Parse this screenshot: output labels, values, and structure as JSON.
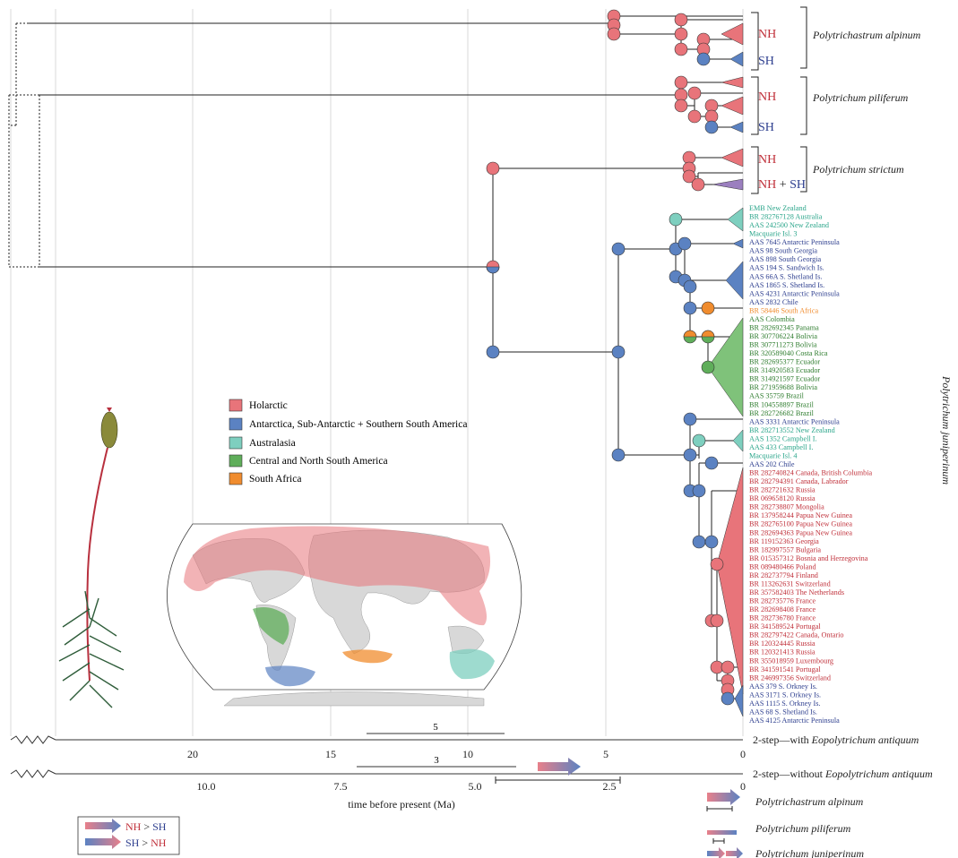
{
  "colors": {
    "holarctic": "#e8747a",
    "southern": "#5b82c2",
    "australasia": "#7ecfbf",
    "central_south_america": "#5fae5a",
    "south_africa": "#f08c2e",
    "nh_text": "#c0303a",
    "sh_text": "#2e3f8f"
  },
  "clades": {
    "alpinum": "Polytrichastrum alpinum",
    "piliferum": "Polytrichum piliferum",
    "strictum": "Polytrichum strictum",
    "juniperinum": "Polytrichum juniperinum"
  },
  "hemi": {
    "nh": "NH",
    "sh": "SH",
    "plus": " + "
  },
  "legend": [
    {
      "label": "Holarctic",
      "color": "#e8747a"
    },
    {
      "label": "Antarctica, Sub-Antarctic + Southern South America",
      "color": "#5b82c2"
    },
    {
      "label": "Australasia",
      "color": "#7ecfbf"
    },
    {
      "label": "Central and North South America",
      "color": "#5fae5a"
    },
    {
      "label": "South Africa",
      "color": "#f08c2e"
    }
  ],
  "tips": [
    {
      "t": "EMB New Zealand",
      "g": "a"
    },
    {
      "t": "BR 282767128 Australia",
      "g": "a"
    },
    {
      "t": "AAS 242500 New Zealand",
      "g": "a"
    },
    {
      "t": "Macquarie Isl. 3",
      "g": "a"
    },
    {
      "t": "AAS 7645 Antarctic Peninsula",
      "g": "s"
    },
    {
      "t": "AAS 98 South Georgia",
      "g": "s"
    },
    {
      "t": "AAS 898 South Georgia",
      "g": "s"
    },
    {
      "t": "AAS 194 S. Sandwich Is.",
      "g": "s"
    },
    {
      "t": "AAS 66A S. Shetland Is.",
      "g": "s"
    },
    {
      "t": "AAS 1865 S. Shetland Is.",
      "g": "s"
    },
    {
      "t": "AAS 4231 Antarctic Peninsula",
      "g": "s"
    },
    {
      "t": "AAS 2832 Chile",
      "g": "s"
    },
    {
      "t": "BR 58446 South Africa",
      "g": "o"
    },
    {
      "t": "AAS Colombia",
      "g": "c"
    },
    {
      "t": "BR 282692345 Panama",
      "g": "c"
    },
    {
      "t": "BR 307706224 Bolivia",
      "g": "c"
    },
    {
      "t": "BR 307711273 Bolivia",
      "g": "c"
    },
    {
      "t": "BR 320589040 Costa Rica",
      "g": "c"
    },
    {
      "t": "BR 282695377 Ecuador",
      "g": "c"
    },
    {
      "t": "BR 314920583 Ecuador",
      "g": "c"
    },
    {
      "t": "BR 314921597 Ecuador",
      "g": "c"
    },
    {
      "t": "BR 271959688 Bolivia",
      "g": "c"
    },
    {
      "t": "AAS 35759 Brazil",
      "g": "c"
    },
    {
      "t": "BR 104558897 Brazil",
      "g": "c"
    },
    {
      "t": "BR 282726682 Brazil",
      "g": "c"
    },
    {
      "t": "AAS 3331 Antarctic Peninsula",
      "g": "s"
    },
    {
      "t": "BR 282713552 New Zealand",
      "g": "a"
    },
    {
      "t": "AAS 1352 Campbell I.",
      "g": "a"
    },
    {
      "t": "AAS 433 Campbell I.",
      "g": "a"
    },
    {
      "t": "Macquarie Isl. 4",
      "g": "a"
    },
    {
      "t": "AAS 202 Chile",
      "g": "s"
    },
    {
      "t": "BR 282740824 Canada, British Columbia",
      "g": "h"
    },
    {
      "t": "BR 282794391 Canada, Labrador",
      "g": "h"
    },
    {
      "t": "BR 282721632 Russia",
      "g": "h"
    },
    {
      "t": "BR 069658120 Russia",
      "g": "h"
    },
    {
      "t": "BR 282738807 Mongolia",
      "g": "h"
    },
    {
      "t": "BR 137958244 Papua New Guinea",
      "g": "h"
    },
    {
      "t": "BR 282765100 Papua New Guinea",
      "g": "h"
    },
    {
      "t": "BR 282694363 Papua New Guinea",
      "g": "h"
    },
    {
      "t": "BR 119152363 Georgia",
      "g": "h"
    },
    {
      "t": "BR 182997557 Bulgaria",
      "g": "h"
    },
    {
      "t": "BR 015357312 Bosnia and Herzegovina",
      "g": "h"
    },
    {
      "t": "BR 089480466 Poland",
      "g": "h"
    },
    {
      "t": "BR 282737794 Finland",
      "g": "h"
    },
    {
      "t": "BR 113262631 Switzerland",
      "g": "h"
    },
    {
      "t": "BR 357582403 The Netherlands",
      "g": "h"
    },
    {
      "t": "BR 282735776 France",
      "g": "h"
    },
    {
      "t": "BR 282698408 France",
      "g": "h"
    },
    {
      "t": "BR 282736780 France",
      "g": "h"
    },
    {
      "t": "BR 341589524 Portugal",
      "g": "h"
    },
    {
      "t": "BR 282797422 Canada, Ontario",
      "g": "h"
    },
    {
      "t": "BR 120324445 Russia",
      "g": "h"
    },
    {
      "t": "BR 120321413 Russia",
      "g": "h"
    },
    {
      "t": "BR 355018959 Luxembourg",
      "g": "h"
    },
    {
      "t": "BR 341591541 Portugal",
      "g": "h"
    },
    {
      "t": "BR 246997356 Switzerland",
      "g": "h"
    },
    {
      "t": "AAS 379 S. Orkney Is.",
      "g": "s"
    },
    {
      "t": "AAS 3171 S. Orkney Is.",
      "g": "s"
    },
    {
      "t": "AAS 1115 S. Orkney Is.",
      "g": "s"
    },
    {
      "t": "AAS 68 S. Shetland Is.",
      "g": "s"
    },
    {
      "t": "AAS 4125 Antarctic Peninsula",
      "g": "s"
    }
  ],
  "axis_with": {
    "ticks": [
      "20",
      "15",
      "10",
      "5",
      "0"
    ],
    "label_prefix": "2-step—with ",
    "label_species": "Eopolytrichum antiquum",
    "scale_value": "5"
  },
  "axis_without": {
    "ticks": [
      "10.0",
      "7.5",
      "5.0",
      "2.5",
      "0"
    ],
    "label_prefix": "2-step—without ",
    "label_species": "Eopolytrichum antiquum",
    "scale_value": "3",
    "title": "time before present (Ma)"
  },
  "direction_legend": [
    {
      "from": "NH",
      "sep": " > ",
      "to": "SH"
    },
    {
      "from": "SH",
      "sep": " > ",
      "to": "NH"
    }
  ],
  "migration_rows": [
    "Polytrichastrum alpinum",
    "Polytrichum piliferum",
    "Polytrichum juniperinum"
  ]
}
